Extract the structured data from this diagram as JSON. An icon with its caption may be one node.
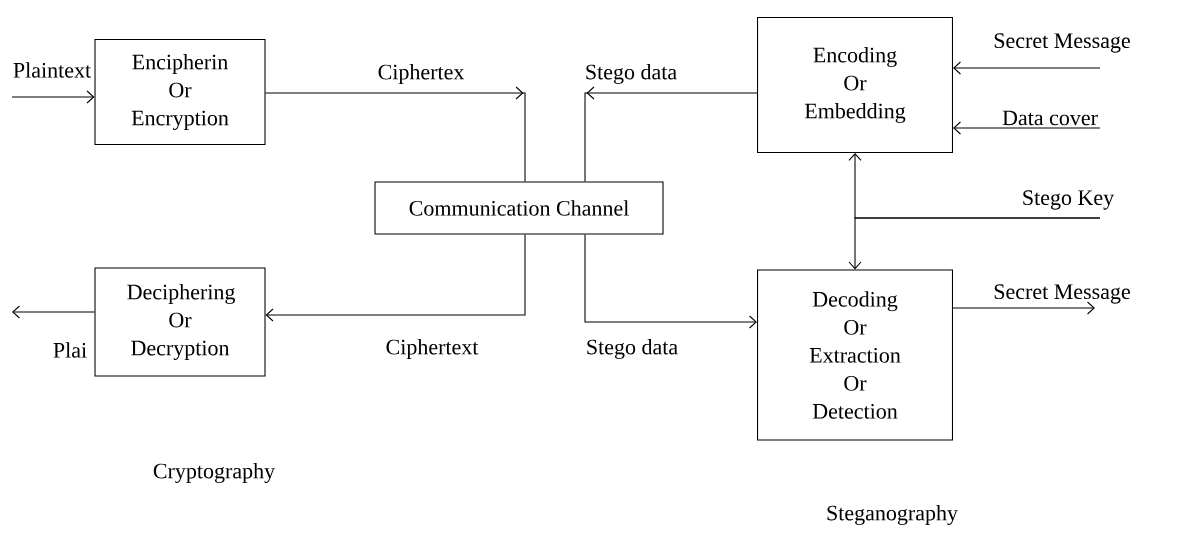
{
  "diagram": {
    "nodes": [
      {
        "text": [
          "Encipherin Or Encryption"
        ]
      },
      {
        "text": [
          "Communication Channel"
        ]
      },
      {
        "text": [
          "Encoding Or Embedding"
        ]
      },
      {
        "text": [
          "Deciphering Or Decryption"
        ]
      },
      {
        "text": [
          "Decoding Or Extraction Or Detection"
        ]
      }
    ],
    "edges": [
      {
        "from": null,
        "to": 0,
        "arrow": "to",
        "label": "Plaintext"
      },
      {
        "from": 0,
        "to": 1,
        "arrow": "to",
        "label": "Ciphertex"
      },
      {
        "from": 2,
        "to": 1,
        "arrow": "to",
        "label": "Stego data"
      },
      {
        "from": 1,
        "to": 3,
        "arrow": "to",
        "label": "Ciphertext"
      },
      {
        "from": 1,
        "to": 4,
        "arrow": "to",
        "label": "Stego data"
      },
      {
        "from": 3,
        "to": null,
        "arrow": "to",
        "label": "Plai"
      },
      {
        "from": null,
        "to": 2,
        "arrow": "to",
        "label": "Secret Message"
      },
      {
        "from": null,
        "to": 2,
        "arrow": "to",
        "label": "Data cover"
      },
      {
        "from": null,
        "to": 2,
        "arrow": "to",
        "label": "Stego Key"
      },
      {
        "from": null,
        "to": 4,
        "arrow": "to"
      },
      {
        "from": 4,
        "to": null,
        "arrow": "to",
        "label": "Secret Message"
      }
    ],
    "labels": [
      "Cryptography",
      "Steganography"
    ]
  }
}
